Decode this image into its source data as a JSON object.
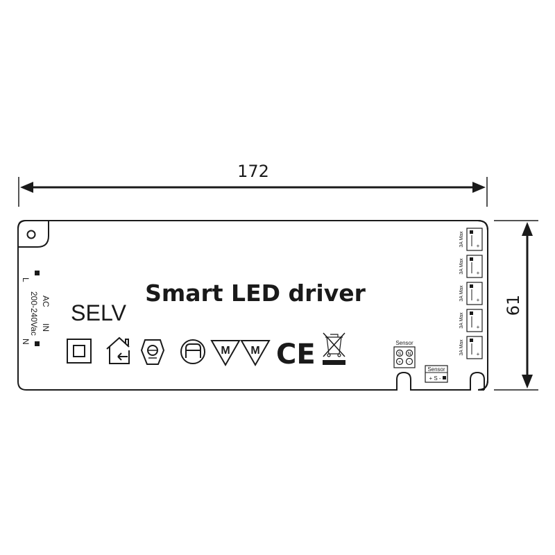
{
  "dimensions": {
    "width_label": "172",
    "height_label": "61"
  },
  "device": {
    "title": "Smart LED driver",
    "selv_label": "SELV",
    "input": {
      "l_label": "L",
      "n_label": "N",
      "ac_label": "AC",
      "in_label": "IN",
      "voltage_label": "200-240Vac"
    },
    "outputs": [
      {
        "rating": "3A Max",
        "plus": "+",
        "minus": "-"
      },
      {
        "rating": "3A Max",
        "plus": "+",
        "minus": "-"
      },
      {
        "rating": "3A Max",
        "plus": "+",
        "minus": "-"
      },
      {
        "rating": "3A Max",
        "plus": "+",
        "minus": "-"
      },
      {
        "rating": "3A Max",
        "plus": "+",
        "minus": "-"
      }
    ],
    "sensor_top": {
      "label": "Sensor",
      "s": "S",
      "n": "N",
      "plus": "+",
      "minus": "-"
    },
    "sensor_bottom": {
      "label": "Sensor",
      "pins": "+ S -"
    },
    "symbols": {
      "motor_a": "M",
      "motor_b": "M",
      "ce_mark": "CE"
    }
  }
}
